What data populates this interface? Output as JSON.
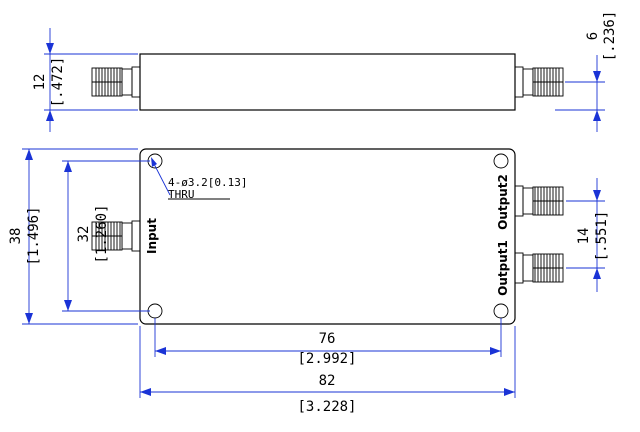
{
  "dimensions": {
    "side_height": {
      "mm": "12",
      "inch": "[.472]"
    },
    "connector_offset": {
      "mm": "6",
      "inch": "[.236]"
    },
    "overall_height": {
      "mm": "38",
      "inch": "[1.496]"
    },
    "hole_pitch_vertical": {
      "mm": "32",
      "inch": "[1.260]"
    },
    "output_spacing": {
      "mm": "14",
      "inch": "[.551]"
    },
    "hole_pitch_horizontal": {
      "mm": "76",
      "inch": "[2.992]"
    },
    "overall_width": {
      "mm": "82",
      "inch": "[3.228]"
    }
  },
  "hole_note": {
    "line1": "4-ø3.2[0.13]",
    "line2": "THRU"
  },
  "ports": {
    "input": "Input",
    "output1": "Output1",
    "output2": "Output2"
  }
}
